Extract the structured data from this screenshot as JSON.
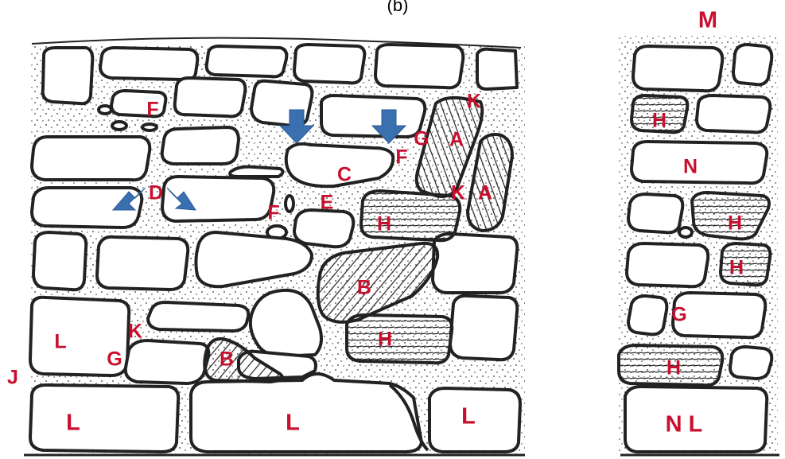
{
  "figure": {
    "caption_fragment": "(b)",
    "colors": {
      "label": "#c8102e",
      "arrow": "#3a6fb0",
      "stone_outline": "#222222",
      "mortar_speckle": "#333333"
    }
  },
  "labels": {
    "F1": "F",
    "K1": "K",
    "G1": "G",
    "A1": "A",
    "F2": "F",
    "C": "C",
    "D": "D",
    "K2": "K",
    "A2": "A",
    "E": "E",
    "F3": "F",
    "H1": "H",
    "B1": "B",
    "L1": "L",
    "K3": "K",
    "G2": "G",
    "B2": "B",
    "H2": "H",
    "J": "J",
    "L2": "L",
    "L3": "L",
    "L4": "L",
    "M": "M",
    "H3": "H",
    "N1": "N",
    "H4": "H",
    "H5": "H",
    "G3": "G",
    "H6": "H",
    "N2": "N L"
  },
  "arrows": [
    {
      "name": "arrow-down-left",
      "direction": "down"
    },
    {
      "name": "arrow-down-right",
      "direction": "down"
    },
    {
      "name": "arrow-d-left",
      "direction": "down-left"
    },
    {
      "name": "arrow-d-right",
      "direction": "down-right"
    }
  ]
}
